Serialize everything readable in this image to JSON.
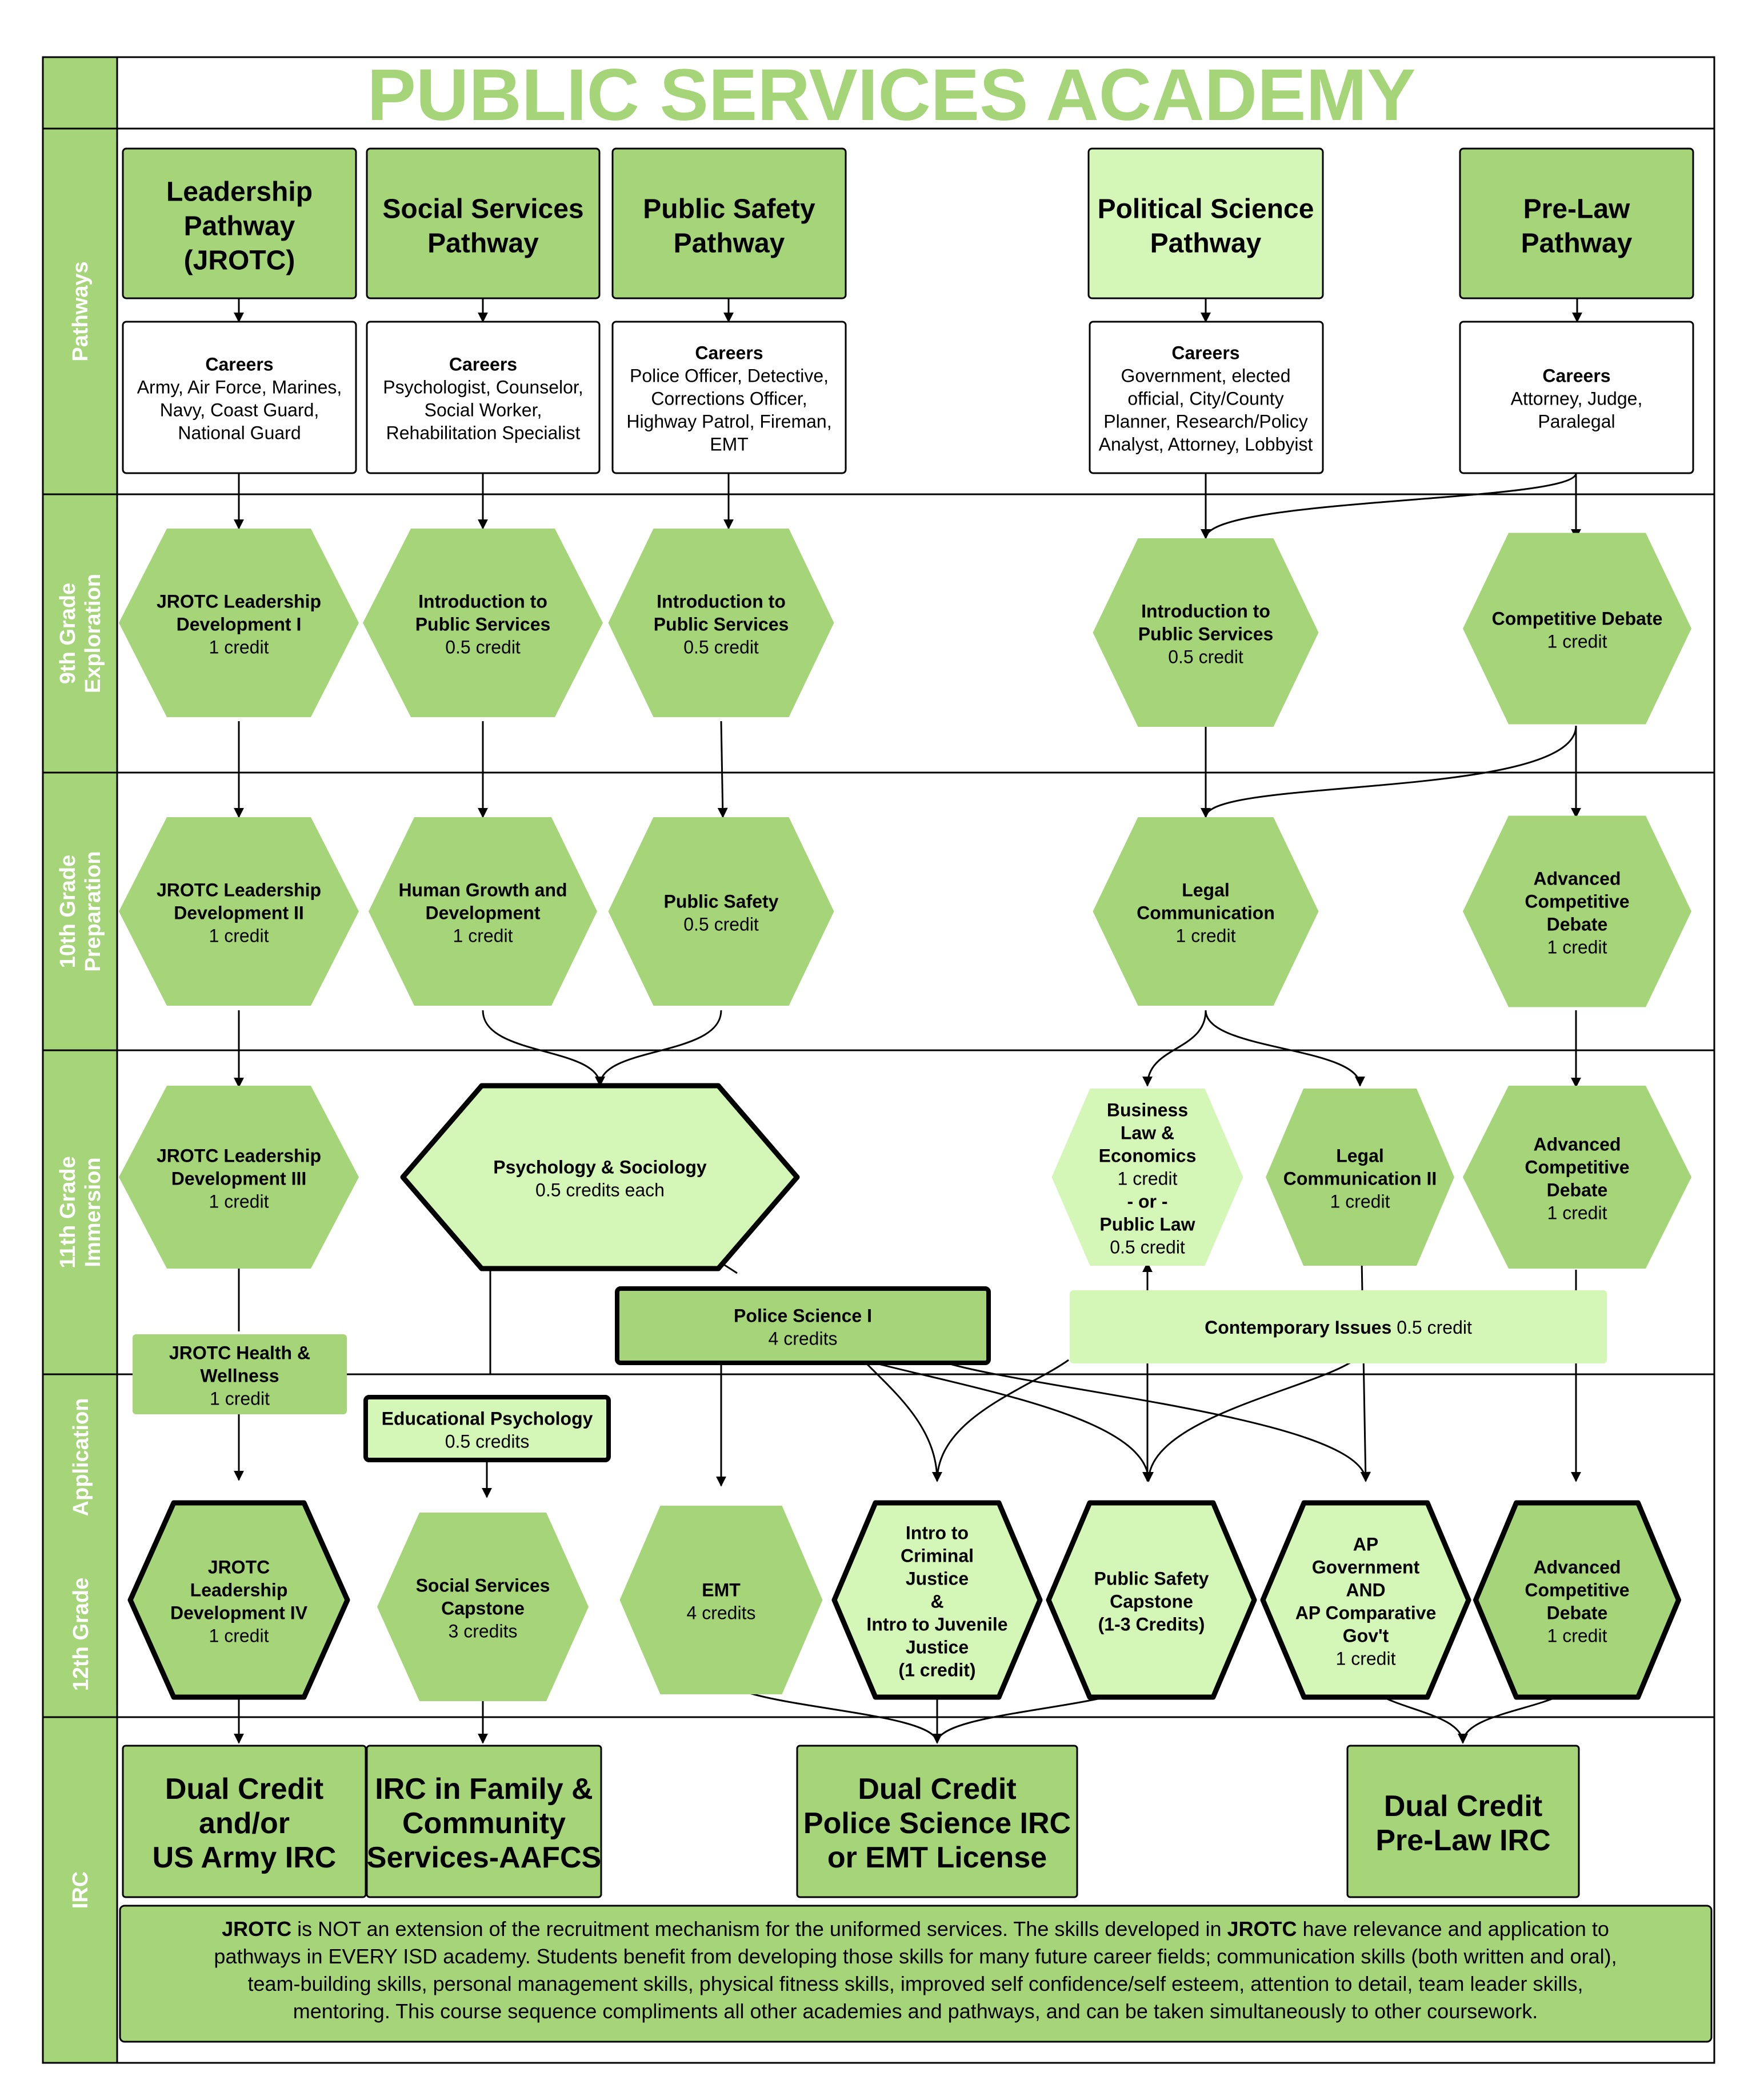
{
  "title": "PUBLIC SERVICES ACADEMY",
  "colors": {
    "green": "#a6d579",
    "light_green": "#d4f7b8",
    "border": "#000000",
    "background": "#ffffff"
  },
  "lanes": [
    {
      "id": "pathways",
      "label": [
        "Pathways"
      ]
    },
    {
      "id": "grade9",
      "label": [
        "9th Grade",
        "Exploration"
      ]
    },
    {
      "id": "grade10",
      "label": [
        "10th Grade",
        "Preparation"
      ]
    },
    {
      "id": "grade11",
      "label": [
        "11th Grade",
        "Immersion"
      ]
    },
    {
      "id": "grade12",
      "label": [
        "Application",
        "12th Grade"
      ]
    },
    {
      "id": "irc",
      "label": [
        "IRC"
      ]
    }
  ],
  "pathways": [
    {
      "id": "leadership",
      "title": [
        "Leadership",
        "Pathway",
        "(JROTC)"
      ],
      "fill": "#a6d579",
      "careers_title": "Careers",
      "careers": [
        "Army, Air Force, Marines,",
        "Navy, Coast Guard,",
        "National Guard"
      ]
    },
    {
      "id": "social",
      "title": [
        "Social Services",
        "Pathway"
      ],
      "fill": "#a6d579",
      "careers_title": "Careers",
      "careers": [
        "Psychologist, Counselor,",
        "Social Worker,",
        "Rehabilitation Specialist"
      ]
    },
    {
      "id": "safety",
      "title": [
        "Public Safety",
        "Pathway"
      ],
      "fill": "#a6d579",
      "careers_title": "Careers",
      "careers": [
        "Police Officer, Detective,",
        "Corrections Officer,",
        "Highway Patrol, Fireman,",
        "EMT"
      ]
    },
    {
      "id": "polisci",
      "title": [
        "Political Science",
        "Pathway"
      ],
      "fill": "#d4f7b8",
      "careers_title": "Careers",
      "careers": [
        "Government, elected",
        "official, City/County",
        "Planner, Research/Policy",
        "Analyst, Attorney, Lobbyist"
      ]
    },
    {
      "id": "prelaw",
      "title": [
        "Pre-Law",
        "Pathway"
      ],
      "fill": "#a6d579",
      "careers_title": "Careers",
      "careers": [
        "Attorney,  Judge,",
        "Paralegal"
      ]
    }
  ],
  "courses": [
    {
      "id": "jrotc1",
      "bold": [
        "JROTC Leadership",
        "Development I"
      ],
      "normal": [
        "1 credit"
      ],
      "fill": "#a6d579"
    },
    {
      "id": "intro_ps_social",
      "bold": [
        "Introduction to",
        "Public Services"
      ],
      "normal": [
        "0.5 credit"
      ],
      "fill": "#a6d579"
    },
    {
      "id": "intro_ps_safety",
      "bold": [
        "Introduction to",
        "Public Services"
      ],
      "normal": [
        "0.5 credit"
      ],
      "fill": "#a6d579"
    },
    {
      "id": "intro_ps_polisci",
      "bold": [
        "Introduction to",
        "Public Services"
      ],
      "normal": [
        "0.5 credit"
      ],
      "fill": "#a6d579"
    },
    {
      "id": "debate1",
      "bold": [
        "Competitive Debate"
      ],
      "normal": [
        "1 credit"
      ],
      "fill": "#a6d579"
    },
    {
      "id": "jrotc2",
      "bold": [
        "JROTC Leadership",
        "Development II"
      ],
      "normal": [
        "1 credit"
      ],
      "fill": "#a6d579"
    },
    {
      "id": "human_growth",
      "bold": [
        "Human Growth and",
        "Development"
      ],
      "normal": [
        "1 credit"
      ],
      "fill": "#a6d579"
    },
    {
      "id": "public_safety",
      "bold": [
        "Public Safety"
      ],
      "normal": [
        "0.5 credit"
      ],
      "fill": "#a6d579"
    },
    {
      "id": "legal_comm",
      "bold": [
        "Legal",
        "Communication"
      ],
      "normal": [
        "1 credit"
      ],
      "fill": "#a6d579"
    },
    {
      "id": "adv_debate10",
      "bold": [
        "Advanced",
        "Competitive",
        "Debate"
      ],
      "normal": [
        "1 credit"
      ],
      "fill": "#a6d579"
    },
    {
      "id": "jrotc3",
      "bold": [
        "JROTC Leadership",
        "Development III"
      ],
      "normal": [
        "1 credit"
      ],
      "fill": "#a6d579"
    },
    {
      "id": "psych_soc",
      "bold": [
        "Psychology & Sociology"
      ],
      "normal": [
        "0.5  credits each"
      ],
      "fill": "#d4f7b8"
    },
    {
      "id": "business_law",
      "bold": [
        "Business",
        "Law &",
        "Economics"
      ],
      "normal": [
        "1 credit"
      ],
      "bold2": [
        "- or -",
        "Public Law"
      ],
      "normal2": [
        "0.5 credit"
      ],
      "fill": "#d4f7b8"
    },
    {
      "id": "legal_comm2",
      "bold": [
        "Legal",
        "Communication  II"
      ],
      "normal": [
        "1 credit"
      ],
      "fill": "#a6d579"
    },
    {
      "id": "adv_debate11",
      "bold": [
        "Advanced",
        "Competitive",
        "Debate"
      ],
      "normal": [
        "1 credit"
      ],
      "fill": "#a6d579"
    },
    {
      "id": "jrotc_health",
      "bold": [
        "JROTC Health &",
        "Wellness"
      ],
      "normal": [
        "1 credit"
      ],
      "fill": "#a6d579"
    },
    {
      "id": "police1",
      "bold": [
        "Police Science I"
      ],
      "normal": [
        "4 credits"
      ],
      "fill": "#a6d579"
    },
    {
      "id": "contemporary",
      "bold": [
        "Contemporary Issues"
      ],
      "normal": [
        " 0.5 credit"
      ],
      "fill": "#d4f7b8"
    },
    {
      "id": "edu_psych",
      "bold": [
        "Educational Psychology"
      ],
      "normal": [
        "0.5 credits"
      ],
      "fill": "#d4f7b8"
    },
    {
      "id": "jrotc4",
      "bold": [
        "JROTC",
        "Leadership",
        "Development IV"
      ],
      "normal": [
        "1 credit"
      ],
      "fill": "#a6d579"
    },
    {
      "id": "ss_capstone",
      "bold": [
        "Social Services",
        "Capstone"
      ],
      "normal": [
        "3 credits"
      ],
      "fill": "#a6d579"
    },
    {
      "id": "emt",
      "bold": [
        "EMT"
      ],
      "normal": [
        "4 credits"
      ],
      "fill": "#a6d579"
    },
    {
      "id": "intro_cj",
      "bold": [
        "Intro to",
        "Criminal",
        "Justice",
        "&",
        "Intro to Juvenile",
        "Justice",
        "(1 credit)"
      ],
      "normal": [],
      "fill": "#d4f7b8"
    },
    {
      "id": "ps_capstone",
      "bold": [
        "Public Safety",
        "Capstone",
        "(1-3 Credits)"
      ],
      "normal": [],
      "fill": "#d4f7b8"
    },
    {
      "id": "ap_gov",
      "bold": [
        "AP",
        "Government",
        "AND",
        "AP Comparative",
        "Gov't"
      ],
      "normal": [
        "1 credit"
      ],
      "fill": "#d4f7b8"
    },
    {
      "id": "adv_debate12",
      "bold": [
        "Advanced",
        "Competitive",
        "Debate"
      ],
      "normal": [
        "1 credit"
      ],
      "fill": "#a6d579"
    }
  ],
  "ircs": [
    {
      "id": "irc_army",
      "lines": [
        "Dual Credit",
        "and/or",
        "US Army IRC"
      ]
    },
    {
      "id": "irc_aafcs",
      "lines": [
        "IRC in Family &",
        "Community",
        "Services-AAFCS"
      ]
    },
    {
      "id": "irc_police",
      "lines": [
        "Dual Credit",
        "Police Science IRC",
        "or EMT License"
      ]
    },
    {
      "id": "irc_prelaw",
      "lines": [
        "Dual Credit",
        "Pre-Law IRC"
      ]
    }
  ],
  "note": [
    [
      {
        "b": true,
        "t": "JROTC"
      },
      {
        "b": false,
        "t": " is NOT an extension of the recruitment mechanism for the uniformed services.  The skills developed in "
      },
      {
        "b": true,
        "t": "JROTC"
      },
      {
        "b": false,
        "t": " have relevance and application to"
      }
    ],
    [
      {
        "b": false,
        "t": "pathways in EVERY ISD academy. Students benefit from developing those skills for many future career fields;  communication skills (both written and oral),"
      }
    ],
    [
      {
        "b": false,
        "t": "team-building skills, personal management skills, physical fitness skills, improved self confidence/self esteem, attention to detail, team leader skills,"
      }
    ],
    [
      {
        "b": false,
        "t": "mentoring.  This course sequence compliments all other academies and pathways, and can be taken simultaneously to other coursework."
      }
    ]
  ]
}
